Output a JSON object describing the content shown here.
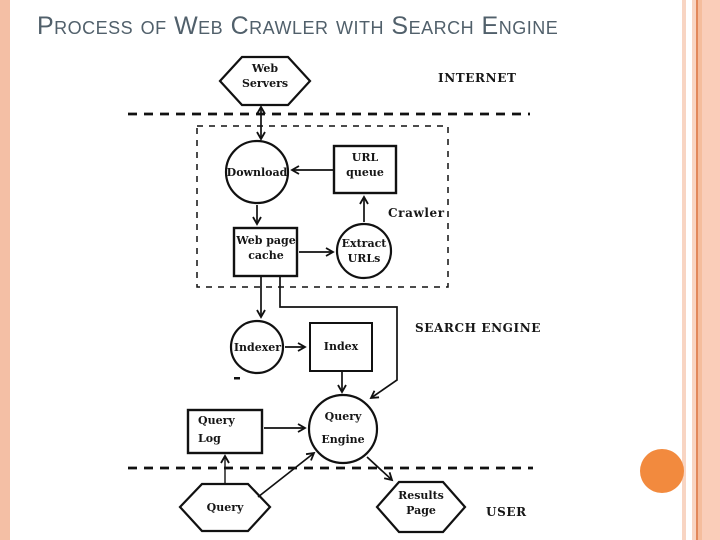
{
  "title": "Process of Web Crawler with Search Engine",
  "diagram": {
    "zone_labels": {
      "internet": "INTERNET",
      "crawler": "Crawler",
      "search_engine": "SEARCH ENGINE",
      "user": "USER"
    },
    "nodes": {
      "web_servers": {
        "line1": "Web",
        "line2": "Servers"
      },
      "download": "Download",
      "url_queue": {
        "line1": "URL",
        "line2": "queue"
      },
      "web_page_cache": {
        "line1": "Web page",
        "line2": "cache"
      },
      "extract_urls": {
        "line1": "Extract",
        "line2": "URLs"
      },
      "indexer": "Indexer",
      "index": "Index",
      "query_log": {
        "line1": "Query",
        "line2": "Log"
      },
      "query_engine": {
        "line1": "Query",
        "line2": "Engine"
      },
      "query": "Query",
      "results_page": {
        "line1": "Results",
        "line2": "Page"
      }
    }
  },
  "colors": {
    "title_text": "#51606B",
    "diagram_ink": "#111111",
    "accent_circle": "#F28A3E",
    "left_stripe": "#F4BFA5",
    "right_stripe_pale": "#F8D5C3",
    "right_stripe_dark_line": "#E2885B",
    "right_stripe_mid": "#F5BD9D",
    "right_stripe_wide": "#FACDB9",
    "background": "#FFFFFF"
  }
}
